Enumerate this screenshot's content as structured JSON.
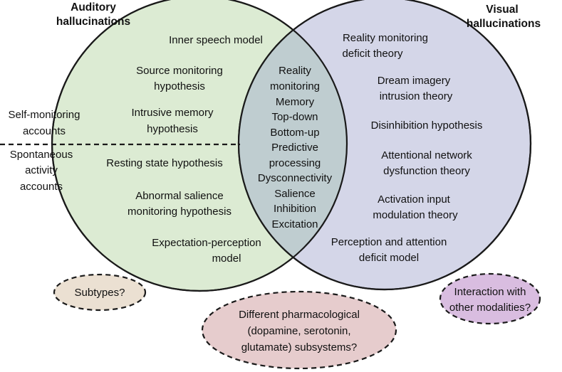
{
  "colors": {
    "auditory_fill": "#dcebd3",
    "visual_fill": "#d4d6e8",
    "overlap_fill": "#bfcdd0",
    "subtypes_fill": "#ebe0d2",
    "pharma_fill": "#e6cccd",
    "modalities_fill": "#d9bde0",
    "outline": "#1a1a1a"
  },
  "auditory": {
    "title_1": "Auditory",
    "title_2": "hallucinations",
    "items": [
      "Inner speech model",
      "Source monitoring",
      "hypothesis",
      "Intrusive memory",
      "hypothesis",
      "Resting state hypothesis",
      "Abnormal salience",
      "monitoring hypothesis",
      "Expectation-perception",
      "model"
    ]
  },
  "visual": {
    "title_1": "Visual",
    "title_2": "hallucinations",
    "items": [
      "Reality monitoring",
      "deficit theory",
      "Dream imagery",
      "intrusion theory",
      "Disinhibition hypothesis",
      "Attentional network",
      "dysfunction theory",
      "Activation input",
      "modulation theory",
      "Perception and attention",
      "deficit model"
    ]
  },
  "shared": [
    "Reality",
    "monitoring",
    "Memory",
    "Top-down",
    "Bottom-up",
    "Predictive",
    "processing",
    "Dysconnectivity",
    "Salience",
    "Inhibition",
    "Excitation"
  ],
  "accounts": {
    "self_monitoring_1": "Self-monitoring",
    "self_monitoring_2": "accounts",
    "spontaneous_1": "Spontaneous",
    "spontaneous_2": "activity",
    "spontaneous_3": "accounts"
  },
  "questions": {
    "subtypes": "Subtypes?",
    "modalities_1": "Interaction with",
    "modalities_2": "other modalities?",
    "pharma_1": "Different pharmacological",
    "pharma_2": "(dopamine, serotonin,",
    "pharma_3": "glutamate) subsystems?"
  }
}
